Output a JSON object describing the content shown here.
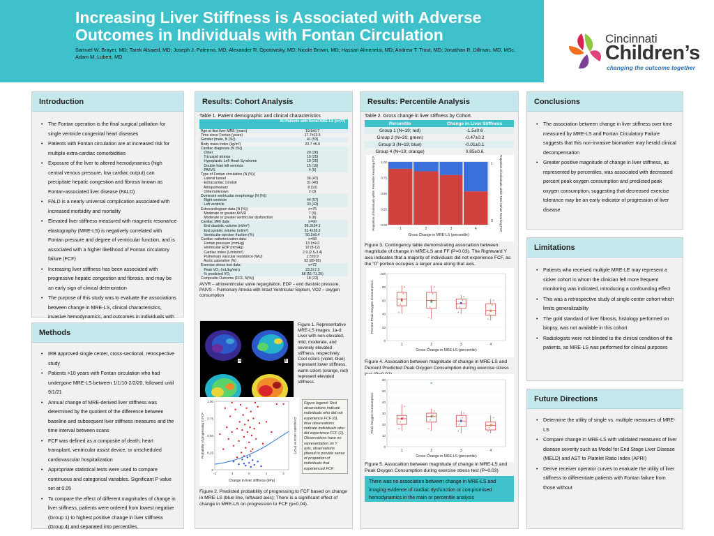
{
  "header": {
    "title": "Increasing Liver Stiffness is Associated with Adverse Outcomes in Individuals with Fontan Circulation",
    "authors": "Samuel W. Brayer, MD; Tarek Alsaied, MD; Joseph J. Palermo, MD; Alexander R. Opotowsky, MD; Nicole Brown, MD; Hassan Almeneisi, MD; Andrew T. Trout, MD; Jonathan R. Dillman, MD, MSc, Adam M. Lubert, MD",
    "logo_line1": "Cincinnati",
    "logo_line2": "Children’s",
    "logo_tagline": "changing the outcome together",
    "accent": "#3fc1cb"
  },
  "introduction": {
    "heading": "Introduction",
    "bullets": [
      "The Fontan operation is the final surgical palliation for single ventricle congenital heart diseases",
      "Patients with Fontan circulation are at increased risk for multiple extra-cardiac comorbidities",
      "Exposure of the liver to altered hemodynamics (high central venous pressure, low cardiac output) can precipitate hepatic congestion and fibrosis known as Fontan-associated liver disease (FALD)",
      "FALD is a nearly universal complication associated with increased morbidity and mortality",
      "Elevated liver stiffness measured with magnetic resonance elastography (MRE-LS) is negatively correlated with Fontan pressure and degree of ventricular function, and is associated with a higher likelihood of Fontan circulatory failure (FCF)",
      "Increasing liver stiffness has been associated with progressive hepatic congestion and fibrosis, and may be an early sign of clinical deterioration",
      "The purpose of this study was to evaluate the associations between change in MRE-LS, clinical characteristics, invasive hemodynamics, and outcomes in individuals with Fontan circulation"
    ]
  },
  "methods": {
    "heading": "Methods",
    "bullets": [
      "IRB approved single center, cross-sectional, retrospective study",
      "Patients >10 years with Fontan circulation who had undergone MRE-LS between 1/1/10-2/2/20, followed until 9/1/21",
      "Annual change of MRE-derived liver stiffness was determined by the quotient of the difference between baseline and subsequent liver stiffness measures and the time interval between scans",
      "FCF was defined as a composite of death, heart transplant, ventricular assist device, or unscheduled cardiovascular hospitalization",
      "Appropriate statistical tests were used to compare continuous and categorical variables. Significant P value set at 0.05",
      "To compare the effect of different magnitudes of change in liver stiffness, patients were ordered from lowest negative (Group 1) to highest positive change in liver stiffness (Group 4) and separated into percentiles."
    ]
  },
  "cohort": {
    "heading": "Results: Cohort Analysis",
    "table_title": "Table 1. Patient demographic and clinical characteristics",
    "table_header": "All Patients with Serial MRE-LS (n=77)",
    "rows": [
      {
        "label": "Age at first liver MRE (years)",
        "value": "19.9±6.7",
        "alt": true
      },
      {
        "label": "Time since Fontan (years)",
        "value": "17.7±13.5",
        "alt": false
      },
      {
        "label": "Gender (male, N (%))",
        "value": "41 (53)",
        "alt": true
      },
      {
        "label": "Body mass index (kg/m²)",
        "value": "23.7 ±5.0",
        "alt": false
      },
      {
        "label": "Cardiac diagnosis (N (%))",
        "value": "",
        "alt": true
      },
      {
        "label": "   Other",
        "value": "20 (26)",
        "alt": true
      },
      {
        "label": "   Tricuspid atresia",
        "value": "19 (25)",
        "alt": true
      },
      {
        "label": "   Hypoplastic Left Heart Syndrome",
        "value": "19 (25)",
        "alt": true
      },
      {
        "label": "   Double Inlet left ventricle",
        "value": "15 (19)",
        "alt": true
      },
      {
        "label": "   PA/IVS",
        "value": "4 (5)",
        "alt": true
      },
      {
        "label": "Type of Fontan circulation (N (%))",
        "value": "",
        "alt": false
      },
      {
        "label": "   Lateral tunnel",
        "value": "36 (47)",
        "alt": false
      },
      {
        "label": "   Extracardiac conduit",
        "value": "31 (40)",
        "alt": false
      },
      {
        "label": "   Atriopulmonary",
        "value": "8 (10)",
        "alt": false
      },
      {
        "label": "   Other/unknown",
        "value": "2 (3)",
        "alt": false
      },
      {
        "label": "Dominant ventricular morphology (N (%))",
        "value": "",
        "alt": true
      },
      {
        "label": "   Right ventricle",
        "value": "44 (57)",
        "alt": true
      },
      {
        "label": "   Left ventricle",
        "value": "33 (43)",
        "alt": true
      },
      {
        "label": "Echocardiogram data (N (%))",
        "value": "n=75",
        "alt": false
      },
      {
        "label": "   Moderate or greater AVVR",
        "value": "7 (9)",
        "alt": false
      },
      {
        "label": "   Moderate or greater ventricular dysfunction",
        "value": "6 (8)",
        "alt": false
      },
      {
        "label": "Cardiac MRI data:",
        "value": "n=60",
        "alt": true
      },
      {
        "label": "   End diastolic volume (ml/m²)",
        "value": "98.3±34.1",
        "alt": true
      },
      {
        "label": "   End systolic volume (ml/m²)",
        "value": "51.4±26.2",
        "alt": true
      },
      {
        "label": "   Ventricular ejection fraction (%)",
        "value": "50.2±8.4",
        "alt": true
      },
      {
        "label": "Cardiac catheterization data:",
        "value": "n=58",
        "alt": false
      },
      {
        "label": "   Fontan pressure (mmHg)",
        "value": "13.1±4.0",
        "alt": false
      },
      {
        "label": "   Ventricular EDP (mmHg)",
        "value": "10 (8-12)",
        "alt": false
      },
      {
        "label": "   Cardiac index (L/min/m²)",
        "value": "2.9 (2.5-3.4)",
        "alt": false
      },
      {
        "label": "   Pulmonary vascular resistance (WU)",
        "value": "1.5±0.9",
        "alt": false
      },
      {
        "label": "   Aortic saturation (%)",
        "value": "92 (89-95)",
        "alt": false
      },
      {
        "label": "Exercise stress test data:",
        "value": "n=72",
        "alt": true
      },
      {
        "label": "   Peak VO₂ (mL/kg/min)",
        "value": "23.2±7.3",
        "alt": true
      },
      {
        "label": "   % predicted VO₂",
        "value": "58 (51-71.25)",
        "alt": true
      },
      {
        "label": "Composite Outcome (FCF, N(%))",
        "value": "18 (23)",
        "alt": false
      }
    ],
    "table_footnote": "AVVR – atrioventricular valve regurgitation, EDP – end diastolic pressure, PAIVS – Pulmonary Atresia with Intact Ventricular Septum, VO2 – oxygen consumption",
    "fig1_caption": "Figure 1. Representative MRE-LS images. 1a-d: Liver with non-elevated, mild, moderate, and severely elevated stiffness, respectively. Cool colors (violet, blue) represent lower stiffness, warm colors (orange, red) represent elevated stiffness.",
    "fig1_labels": [
      "a",
      "b",
      "c",
      "d"
    ],
    "fig2_legend_note": "Figure legend: Red observations indicate individuals who did not experience FCF (0), blue observations indicate individuals who did experience FCF (1). Observations have no representation on Y axis, observations jittered to provide sense of proportion of individuals that experienced FCF.",
    "fig2_caption": "Figure 2. Predicted probability of progressing to FCF based on change in MRE-LS (blue line, leftward axis); There is a significant effect of change in MRE-LS on progression to FCF (p=0.04)."
  },
  "percentile": {
    "heading": "Results: Percentile Analysis",
    "table_title": "Table 2. Gross change in liver stiffness by Cohort.",
    "table_headers": [
      "Percentile",
      "Change in Liver Stiffness"
    ],
    "rows": [
      {
        "group": "Group 1 (N=19; red)",
        "change": "-1.5±0.6",
        "alt": true
      },
      {
        "group": "Group 2 (N=20; green)",
        "change": "-0.47±0.2",
        "alt": false
      },
      {
        "group": "Group 3 (N=19; blue)",
        "change": "-0.01±0.1",
        "alt": true
      },
      {
        "group": "Group 4 (N=19; orange)",
        "change": "0.85±0.6",
        "alt": false
      }
    ],
    "fig3_caption": "Figure 3. Contingency table demonstrating assocaition between magnitude of change in MRE-LS and FF (P=0.03). The Rightward Y axis indicates that a majority of individuals did not experience FCF, as the “0” portion occupies a larger area along that axis.",
    "fig4_caption": "Figure 4. Assocaition between magnitude of change in MRE-LS and Percent Predicted Peak Oxygen Consumption during exercise stress test (P=0.02)",
    "fig5_caption": "Figure 5. Assocaition between magnitude of change in MRE-LS and Peak Oxygen Consumption during exercise stress test (P=0.03)",
    "note": "There was no association between change in MRE-LS and imaging evidence of cardiac dysfunction or compromised hemodynamics in the main or percentile analysis"
  },
  "conclusions": {
    "heading": "Conclusions",
    "bullets": [
      "The association between change in liver stiffness over time measured by MRE-LS and Fontan Circulatory Failure suggests that this non-invasive biomarker may herald clinical decompensation",
      "Greater positive magnitude of change in liver stiffness, as represented by percentiles, was associated with decreased percent peak oxygen consumption and predicted peak oxygen consumption, suggesting that decreased exercise tolerance may be an early indicator of progression of liver disease"
    ]
  },
  "limitations": {
    "heading": "Limitations",
    "bullets": [
      "Patients who received multiple MRE-LE may represent a sicker cohort in whom the clinician felt more frequent monitoring was indicated, introducing a confounding effect",
      "This was a retrospective study of single-center cohort which limits generalizability",
      "The gold standard of liver fibrosis, histology performed on biopsy, was not available in this cohort",
      "Radiologists were not blinded to the clinical condition of the patients, as MRE-LS was performed for clinical purposes"
    ]
  },
  "future": {
    "heading": "Future Directions",
    "bullets": [
      "Determine the utility of single vs. multiple measures of MRE-LS",
      "Compare change in MRE-LS with validated measures of liver disease severity such as Model for End Stage Liver Disease (MELD) and AST to Platelet Ratio Index (APRI)",
      "Derive receiver operator curves to evaluate the utility of liver stiffness to differentiate patients with Fontan failure from those without"
    ]
  },
  "chart_data": [
    {
      "id": "fig2",
      "type": "scatter",
      "xlabel": "Change in liver stiffness (kPa)",
      "ylabel": "Probability of progressing to FCF",
      "y2label": "Composite outcome (FCF)",
      "xlim": [
        -2,
        2.3
      ],
      "ylim": [
        0,
        1
      ],
      "xticks": [
        "-2",
        "-1",
        "0",
        "1",
        "2"
      ],
      "yticks": [
        "0",
        "0.25",
        "0.50",
        "0.75",
        "1.00"
      ],
      "series": [
        {
          "points_red": [
            [
              -1.7,
              0.52
            ],
            [
              -1.5,
              0.3
            ],
            [
              -1.4,
              0.9
            ],
            [
              -1.3,
              0.62
            ],
            [
              -1.2,
              0.45
            ],
            [
              -1.1,
              0.78
            ],
            [
              -1.0,
              0.55
            ],
            [
              -0.9,
              0.35
            ],
            [
              -0.8,
              0.88
            ],
            [
              -0.7,
              0.6
            ],
            [
              -0.6,
              0.42
            ],
            [
              -0.55,
              0.7
            ],
            [
              -0.5,
              0.95
            ],
            [
              -0.45,
              0.25
            ],
            [
              -0.4,
              0.58
            ],
            [
              -0.35,
              0.8
            ],
            [
              -0.3,
              0.48
            ],
            [
              -0.25,
              0.66
            ],
            [
              -0.2,
              0.32
            ],
            [
              -0.15,
              0.9
            ],
            [
              -0.1,
              0.55
            ],
            [
              -0.05,
              0.72
            ],
            [
              0.0,
              0.4
            ],
            [
              0.05,
              0.62
            ],
            [
              0.1,
              0.85
            ],
            [
              0.15,
              0.5
            ],
            [
              0.2,
              0.3
            ],
            [
              0.25,
              0.75
            ],
            [
              0.3,
              0.6
            ],
            [
              0.4,
              0.45
            ],
            [
              0.5,
              0.92
            ],
            [
              0.6,
              0.68
            ],
            [
              0.8,
              0.38
            ],
            [
              1.0,
              0.7
            ],
            [
              1.3,
              0.55
            ],
            [
              1.6,
              0.96
            ],
            [
              2.0,
              0.96
            ],
            [
              -0.3,
              0.2
            ],
            [
              0.1,
              0.27
            ],
            [
              -0.7,
              0.18
            ],
            [
              0.35,
              0.98
            ],
            [
              -1.0,
              0.98
            ]
          ]
        },
        {
          "points_blue": [
            [
              -0.9,
              0.12
            ],
            [
              -0.6,
              0.08
            ],
            [
              -0.4,
              0.15
            ],
            [
              -0.2,
              0.06
            ],
            [
              -0.1,
              0.18
            ],
            [
              0.0,
              0.1
            ],
            [
              0.1,
              0.04
            ],
            [
              0.2,
              0.14
            ],
            [
              0.3,
              0.07
            ],
            [
              0.5,
              0.12
            ],
            [
              0.7,
              0.05
            ],
            [
              -0.3,
              0.09
            ],
            [
              0.05,
              0.2
            ]
          ]
        }
      ],
      "curve_x": [
        -2,
        -1.5,
        -1,
        -0.5,
        0,
        0.5,
        1,
        1.5,
        2,
        2.3
      ],
      "curve_y": [
        0.08,
        0.1,
        0.13,
        0.17,
        0.22,
        0.28,
        0.35,
        0.43,
        0.51,
        0.56
      ]
    },
    {
      "id": "fig3",
      "type": "bar",
      "xlabel": "Gross Change in MRE-LS (percentile)",
      "ylabel": "Proportion of individuals within Percentile Reaching FCF",
      "y2label": "Proportion of individuals within Total Cohort Reaching FCF",
      "categories": [
        "1",
        "2",
        "3",
        "4"
      ],
      "widths": [
        0.25,
        0.26,
        0.24,
        0.25
      ],
      "series": [
        {
          "name": "0",
          "values": [
            0.89,
            0.85,
            0.79,
            0.53
          ]
        },
        {
          "name": "1",
          "values": [
            0.11,
            0.15,
            0.21,
            0.47
          ]
        }
      ],
      "yticks": [
        "0.00",
        "0.25",
        "0.50",
        "0.75",
        "1.00"
      ],
      "colors": [
        "#d0413e",
        "#3b6fd9"
      ]
    },
    {
      "id": "fig4",
      "type": "box",
      "xlabel": "Gross Change in MRE-LS (percentile)",
      "ylabel": "Percent Peak Oxygen Consumption",
      "categories": [
        "1",
        "2",
        "3",
        "4"
      ],
      "ylim": [
        0,
        100
      ],
      "yticks": [
        "0",
        "20",
        "40",
        "60",
        "80",
        "100"
      ],
      "boxes": [
        {
          "q1": 52,
          "median": 62,
          "q3": 72,
          "min": 40,
          "max": 82
        },
        {
          "q1": 48,
          "median": 60,
          "q3": 72,
          "min": 32,
          "max": 82
        },
        {
          "q1": 48,
          "median": 55,
          "q3": 62,
          "min": 40,
          "max": 68
        },
        {
          "q1": 38,
          "median": 45,
          "q3": 55,
          "min": 30,
          "max": 62
        }
      ],
      "means": [
        60,
        58,
        56,
        44
      ],
      "color": "#d0413e"
    },
    {
      "id": "fig5",
      "type": "box",
      "xlabel": "Gross Change in MRE-LS (percentile)",
      "ylabel": "Peak Oxygen Consumption",
      "categories": [
        "1",
        "2",
        "3",
        "4"
      ],
      "ylim": [
        0,
        60
      ],
      "yticks": [
        "0",
        "10",
        "20",
        "30",
        "40",
        "50",
        "60"
      ],
      "boxes": [
        {
          "q1": 20,
          "median": 25,
          "q3": 28,
          "min": 14,
          "max": 38
        },
        {
          "q1": 22,
          "median": 27,
          "q3": 30,
          "min": 14,
          "max": 34
        },
        {
          "q1": 18,
          "median": 23,
          "q3": 28,
          "min": 12,
          "max": 32
        },
        {
          "q1": 15,
          "median": 19,
          "q3": 22,
          "min": 12,
          "max": 28
        }
      ],
      "means": [
        25,
        27,
        23,
        19
      ],
      "outliers": [
        [
          2,
          57
        ]
      ],
      "color": "#d0413e"
    }
  ]
}
